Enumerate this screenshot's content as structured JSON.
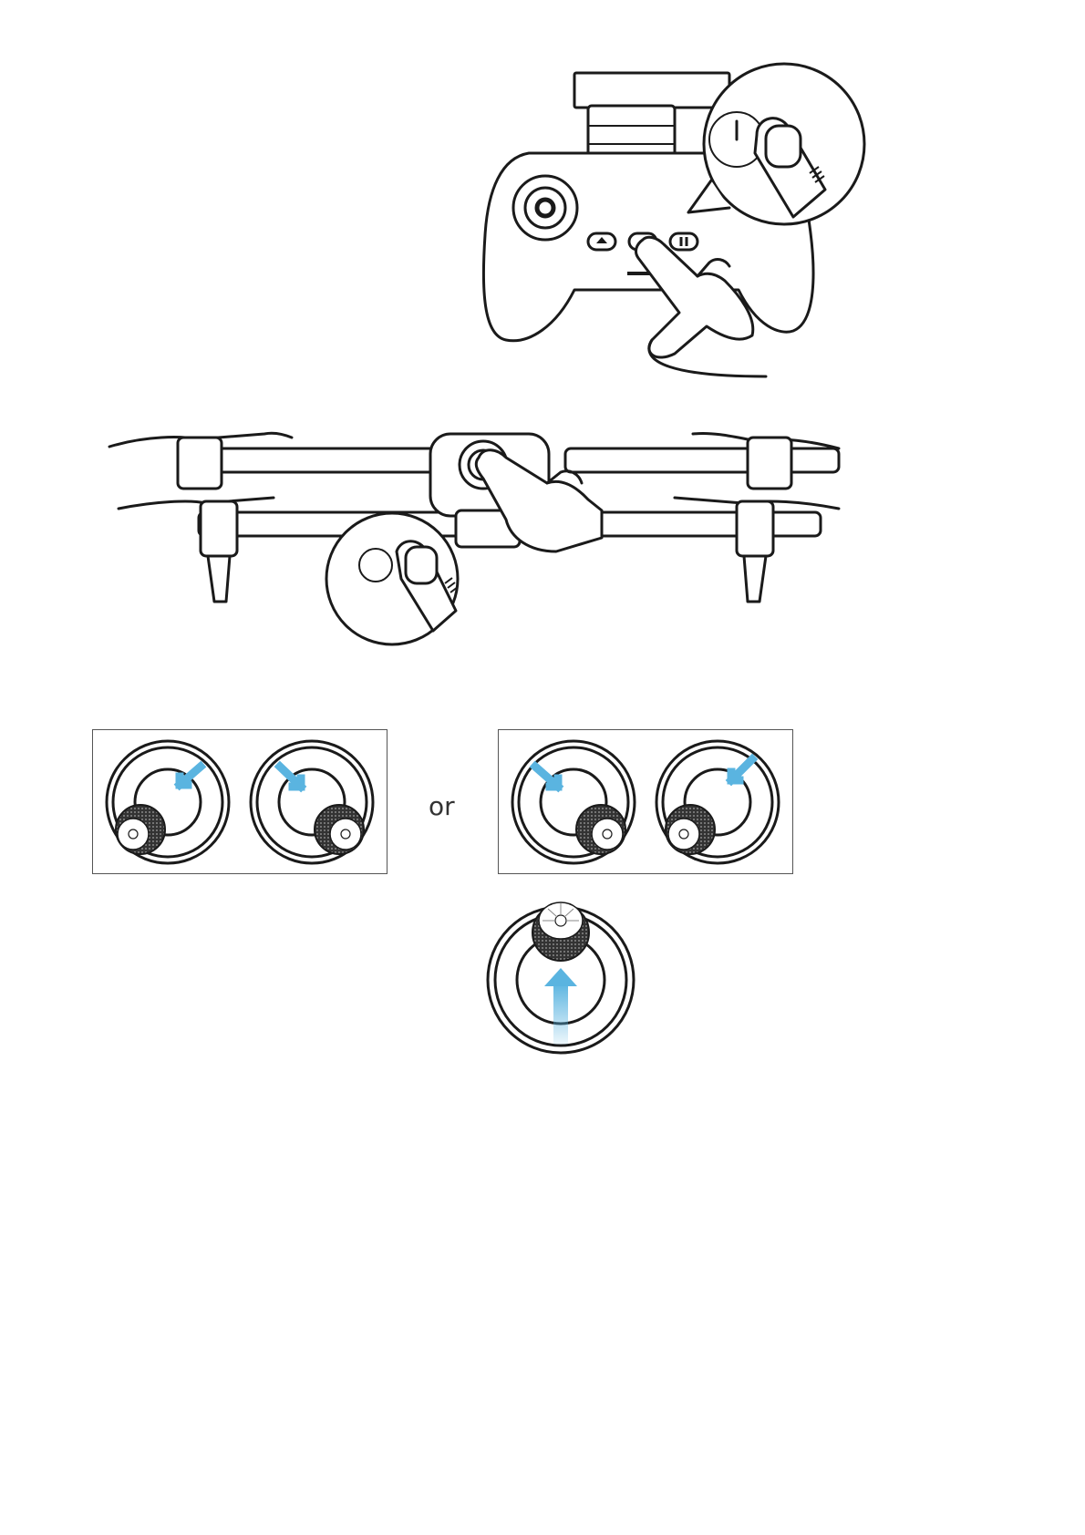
{
  "figures": {
    "controller": {
      "icon": "remote-controller-power-press-illustration"
    },
    "drone": {
      "icon": "drone-power-press-illustration"
    },
    "stick_combination": {
      "separator_label": "or",
      "arrow_color": "#5ab4e0"
    },
    "stick_up": {
      "icon": "joystick-push-up-illustration"
    }
  }
}
